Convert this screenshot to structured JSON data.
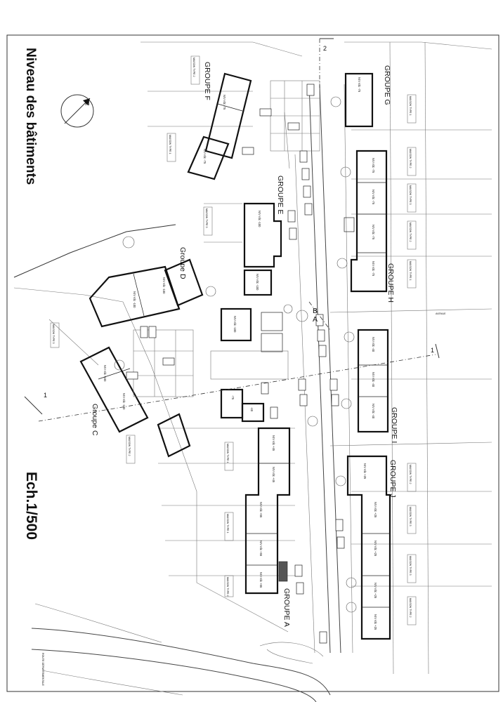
{
  "title": "Niveau des bâtiments",
  "scale": "Ech.1/500",
  "north_label": "N",
  "sections": {
    "cut_1": "1",
    "cut_2": "2",
    "cut_a": "A",
    "cut_b": "B"
  },
  "groups": [
    {
      "id": "A",
      "label": "GROUPE A"
    },
    {
      "id": "C",
      "label": "Groupe C"
    },
    {
      "id": "D",
      "label": "Groupe D"
    },
    {
      "id": "E",
      "label": "GROUPE E"
    },
    {
      "id": "F",
      "label": "GROUPE F"
    },
    {
      "id": "G",
      "label": "GROUPE G"
    },
    {
      "id": "H",
      "label": "GROUPE H"
    },
    {
      "id": "I",
      "label": "GROUPE I"
    },
    {
      "id": "J",
      "label": "GROUPE J"
    }
  ],
  "plot_tags": [
    "MAISON TYPE 1",
    "MAISON TYPE 2",
    "MAISON TYPE 3",
    "MAISON TYPE 2",
    "MAISON TYPE 1",
    "MAISON TYPE 2",
    "MAISON TYPE 3",
    "MAISON TYPE 3",
    "MAISON TYPE 2",
    "MAISON TYPE 1"
  ],
  "niv_labels": [
    "NIV rdc -75",
    "NIV rdc -100",
    "NIV rdc -40",
    "NIV rdc +25",
    "NIV rdc +45",
    "NIV rdc +55",
    "-75",
    "-40"
  ],
  "street_label": "AVENUE",
  "road_label": "ROUTE DÉPARTEMENTALE"
}
